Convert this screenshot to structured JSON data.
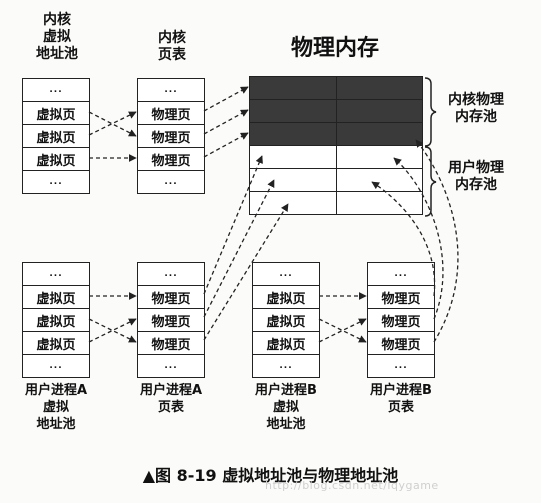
{
  "title": "物理内存",
  "columns": {
    "kernel_virtual": {
      "label": "内核\n虚拟\n地址池",
      "cells": [
        "...",
        "虚拟页",
        "虚拟页",
        "虚拟页",
        "..."
      ]
    },
    "kernel_pagetable": {
      "label": "内核\n页表",
      "cells": [
        "...",
        "物理页",
        "物理页",
        "物理页",
        "..."
      ]
    },
    "userA_virtual": {
      "label": "用户进程A\n虚拟\n地址池",
      "cells": [
        "...",
        "虚拟页",
        "虚拟页",
        "虚拟页",
        "..."
      ]
    },
    "userA_pagetable": {
      "label": "用户进程A\n页表",
      "cells": [
        "...",
        "物理页",
        "物理页",
        "物理页",
        "..."
      ]
    },
    "userB_virtual": {
      "label": "用户进程B\n虚拟\n地址池",
      "cells": [
        "...",
        "虚拟页",
        "虚拟页",
        "虚拟页",
        "..."
      ]
    },
    "userB_pagetable": {
      "label": "用户进程B\n页表",
      "cells": [
        "...",
        "物理页",
        "物理页",
        "物理页",
        "..."
      ]
    }
  },
  "memory": {
    "dark_rows": 3,
    "light_rows": 3,
    "kernel_pool_label": "内核物理\n内存池",
    "user_pool_label": "用户物理\n内存池"
  },
  "caption": "▲图 8-19   虚拟地址池与物理地址池",
  "watermark": "http://blog.csdn.net/lqygame"
}
